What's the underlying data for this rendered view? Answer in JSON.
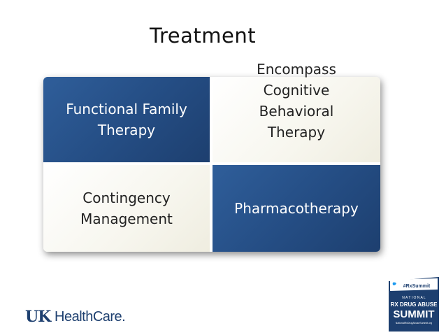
{
  "title": "Treatment",
  "cells": [
    {
      "lines": [
        "Functional Family",
        "Therapy"
      ],
      "style": "dark"
    },
    {
      "lines": [
        "Encompass",
        "Cognitive",
        "Behavioral",
        "Therapy"
      ],
      "style": "light"
    },
    {
      "lines": [
        "Contingency",
        "Management"
      ],
      "style": "light"
    },
    {
      "lines": [
        "Pharmacotherapy"
      ],
      "style": "dark"
    }
  ],
  "logo": {
    "uk": "UK",
    "healthcare": "HealthCare."
  },
  "summit_badge": {
    "hashtag": "#RxSummit",
    "line1": "N A T I O N A L",
    "line2": "RX DRUG ABUSE",
    "line3": "SUMMIT",
    "url": "NationalRxDrugAbuseSummit.org"
  },
  "colors": {
    "dark_cell": "#254e85",
    "light_cell": "#f7f6ee",
    "logo_blue": "#1d3f6f"
  }
}
